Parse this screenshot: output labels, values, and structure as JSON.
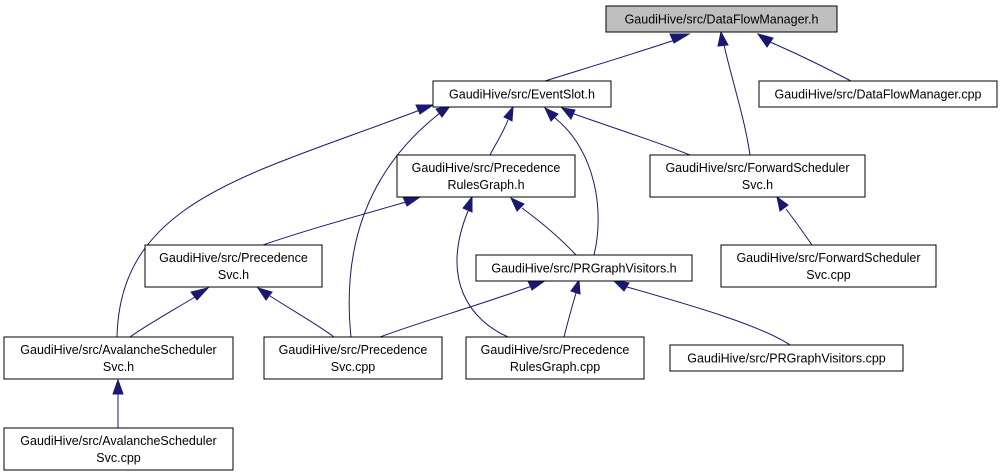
{
  "graph": {
    "nodes": {
      "dfm_h": [
        "GaudiHive/src/DataFlowManager.h"
      ],
      "eventslot_h": [
        "GaudiHive/src/EventSlot.h"
      ],
      "dfm_cpp": [
        "GaudiHive/src/DataFlowManager.cpp"
      ],
      "prg_h": [
        "GaudiHive/src/Precedence",
        "RulesGraph.h"
      ],
      "fwd_h": [
        "GaudiHive/src/ForwardScheduler",
        "Svc.h"
      ],
      "prec_h": [
        "GaudiHive/src/Precedence",
        "Svc.h"
      ],
      "prvis_h": [
        "GaudiHive/src/PRGraphVisitors.h"
      ],
      "fwd_cpp": [
        "GaudiHive/src/ForwardScheduler",
        "Svc.cpp"
      ],
      "aval_h": [
        "GaudiHive/src/AvalancheScheduler",
        "Svc.h"
      ],
      "prec_cpp": [
        "GaudiHive/src/Precedence",
        "Svc.cpp"
      ],
      "prg_cpp": [
        "GaudiHive/src/Precedence",
        "RulesGraph.cpp"
      ],
      "prvis_cpp": [
        "GaudiHive/src/PRGraphVisitors.cpp"
      ],
      "aval_cpp": [
        "GaudiHive/src/AvalancheScheduler",
        "Svc.cpp"
      ]
    },
    "edges": [
      [
        "dfm_h",
        "eventslot_h"
      ],
      [
        "dfm_h",
        "fwd_h"
      ],
      [
        "dfm_h",
        "dfm_cpp"
      ],
      [
        "eventslot_h",
        "aval_h"
      ],
      [
        "eventslot_h",
        "prec_cpp"
      ],
      [
        "eventslot_h",
        "prg_h"
      ],
      [
        "eventslot_h",
        "prvis_h"
      ],
      [
        "eventslot_h",
        "fwd_h"
      ],
      [
        "prg_h",
        "prec_h"
      ],
      [
        "prg_h",
        "prvis_h"
      ],
      [
        "prg_h",
        "prg_cpp"
      ],
      [
        "fwd_h",
        "fwd_cpp"
      ],
      [
        "prec_h",
        "aval_h"
      ],
      [
        "prec_h",
        "prec_cpp"
      ],
      [
        "prvis_h",
        "prec_cpp"
      ],
      [
        "prvis_h",
        "prg_cpp"
      ],
      [
        "prvis_h",
        "prvis_cpp"
      ],
      [
        "aval_h",
        "aval_cpp"
      ]
    ]
  }
}
